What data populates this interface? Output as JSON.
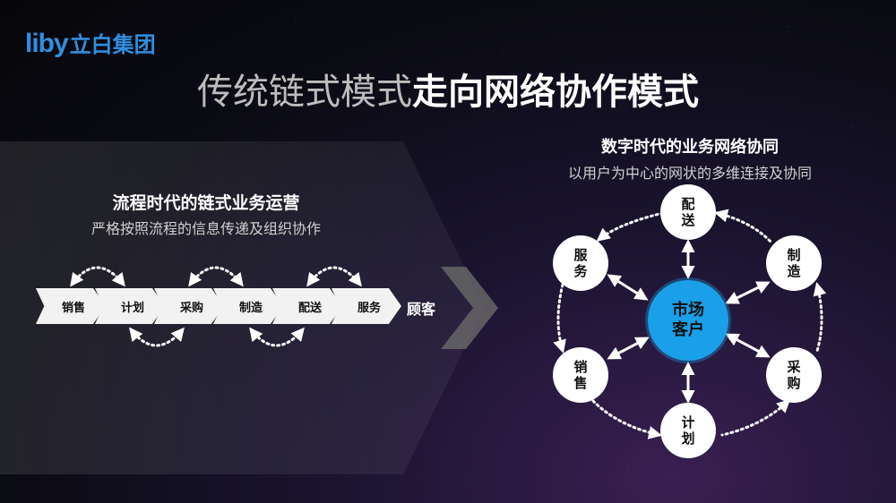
{
  "logo": {
    "brand_en": "liby",
    "brand_cn": "立白集团"
  },
  "title": {
    "part1": "传统链式模式",
    "part2": "走向网络协作模式"
  },
  "left": {
    "title": "流程时代的链式业务运营",
    "subtitle": "严格按照流程的信息传递及组织协作",
    "chain": [
      "销售",
      "计划",
      "采购",
      "制造",
      "配送",
      "服务"
    ],
    "end_label": "顾客"
  },
  "right": {
    "title": "数字时代的业务网络协同",
    "subtitle": "以用户为中心的网状的多维连接及协同",
    "center": "市场客户",
    "nodes": {
      "top": "配送",
      "top_right": "制造",
      "bottom_right": "采购",
      "bottom": "计划",
      "bottom_left": "销售",
      "top_left": "服务"
    }
  },
  "colors": {
    "brand": "#2f8fe0",
    "center": "#1aa0e8"
  }
}
